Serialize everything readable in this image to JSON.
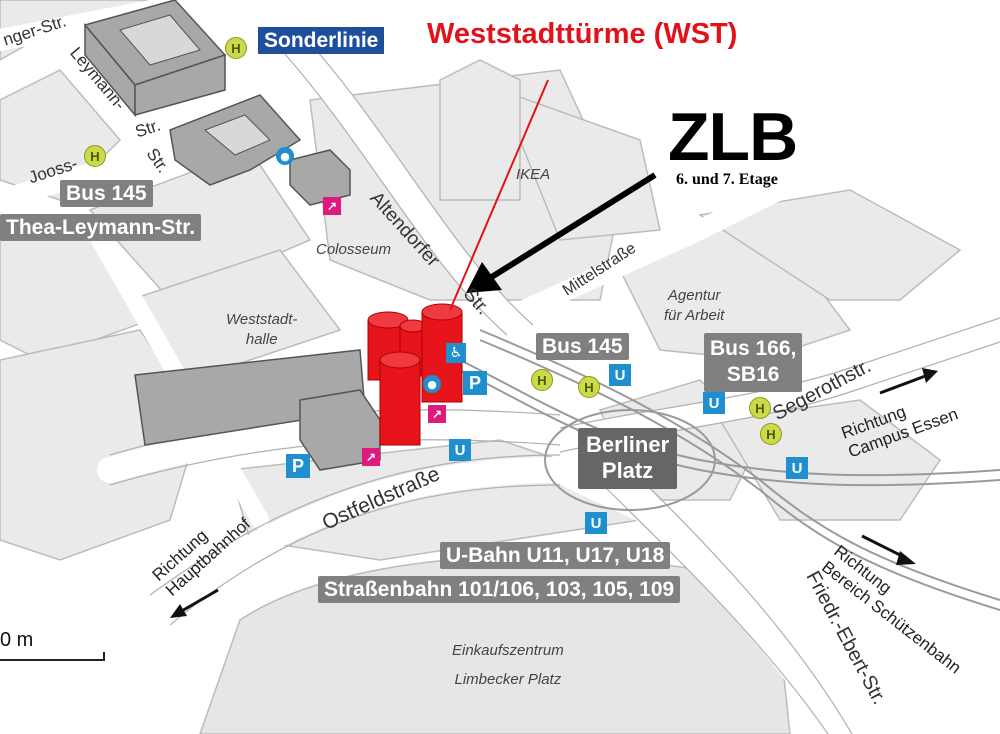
{
  "title": {
    "building": "Weststadttürme (WST)",
    "special_line": "Sonderlinie",
    "zlb": "ZLB",
    "floors": "6. und 7. Etage"
  },
  "transit_labels": {
    "bus_145_top": "Bus 145",
    "thea_leymann": "Thea-Leymann-Str.",
    "bus_145_center": "Bus 145",
    "bus_166_line1": "Bus 166,",
    "bus_166_line2": "SB16",
    "berliner_line1": "Berliner",
    "berliner_line2": "Platz",
    "ubahn": "U-Bahn U11, U17, U18",
    "tram": "Straßenbahn 101/106, 103, 105, 109"
  },
  "streets": {
    "hinger": "nger-Str.",
    "leymann": "Leymann-",
    "str_a": "Str.",
    "jooss": "Jooss-",
    "str_b": "Str.",
    "altendorfer": "Altendorfer",
    "altendorfer_str": "Str.",
    "mittel": "Mittelstraße",
    "segeroth": "Segerothstr.",
    "ostfeld": "Ostfeldstraße",
    "friedr": "Friedr.-Ebert-Str."
  },
  "places": {
    "ikea": "IKEA",
    "colosseum": "Colosseum",
    "weststadt_line1": "Weststadt-",
    "weststadt_line2": "halle",
    "agentur_line1": "Agentur",
    "agentur_line2": "für Arbeit",
    "einkauf_line1": "Einkaufszentrum",
    "einkauf_line2": "Limbecker Platz"
  },
  "directions": {
    "campus_line1": "Richtung",
    "campus_line2": "Campus Essen",
    "hbf_line1": "Richtung",
    "hbf_line2": "Hauptbahnhof",
    "schuetzen_line1": "Richtung",
    "schuetzen_line2": "Bereich Schützenbahn"
  },
  "scale": {
    "label": "0 m"
  },
  "icons": {
    "bus_stop_letter": "H",
    "subway_letter": "U",
    "parking_letter": "P"
  },
  "colors": {
    "building_red": "#e8141c",
    "title_red": "#e2121b",
    "special_blue": "#1f4e9c",
    "label_gray": "#808080",
    "bus_stop_fill": "#ccd94b",
    "transit_blue": "#1f8fcf",
    "magenta": "#e0197d"
  }
}
